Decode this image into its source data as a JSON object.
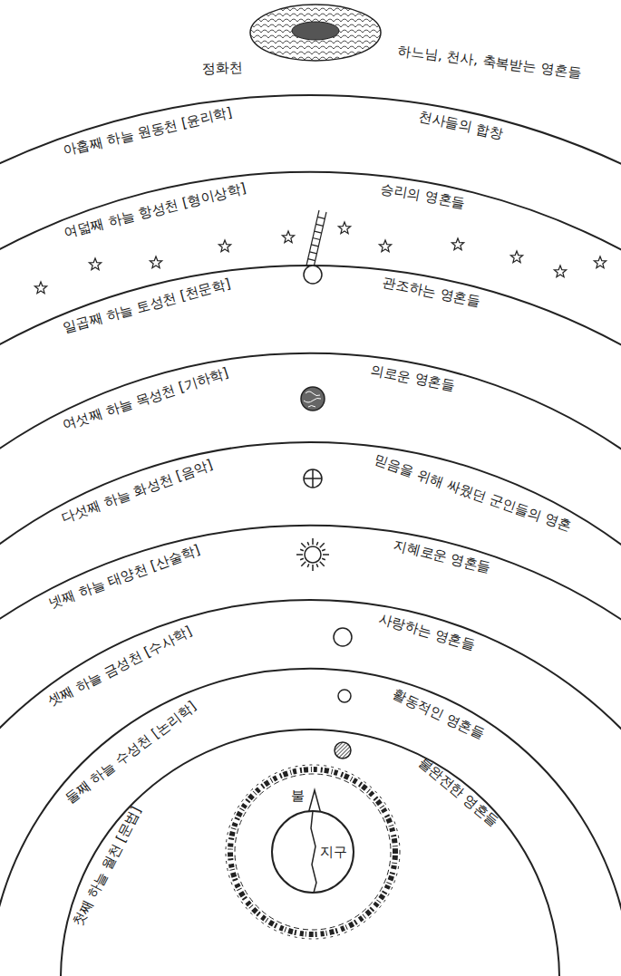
{
  "diagram": {
    "nodes": [
      {
        "text": [
          "지구"
        ]
      }
    ],
    "labels": [
      "정화천",
      "하느님, 천사, 축복받는 영혼들",
      "아홉째 하늘 원동천 [윤리학]",
      "천사들의 합창",
      "여덟째 하늘 항성천 [형이상학]",
      "승리의 영혼들",
      "일곱째 하늘 토성천 [천문학]",
      "관조하는 영혼들",
      "여섯째 하늘 목성천 [기하학]",
      "의로운 영혼들",
      "다섯째 하늘 화성천 [음악]",
      "믿음을 위해 싸웠던 군인들의 영혼",
      "넷째 하늘 태양천 [산술학]",
      "지혜로운 영혼들",
      "셋째 하늘 금성천 [수사학]",
      "사랑하는 영혼들",
      "둘째 하늘 수성천 [논리학]",
      "활동적인 영혼들",
      "첫째 하늘 월천 [문법]",
      "불완전한 영혼들",
      "불"
    ]
  }
}
